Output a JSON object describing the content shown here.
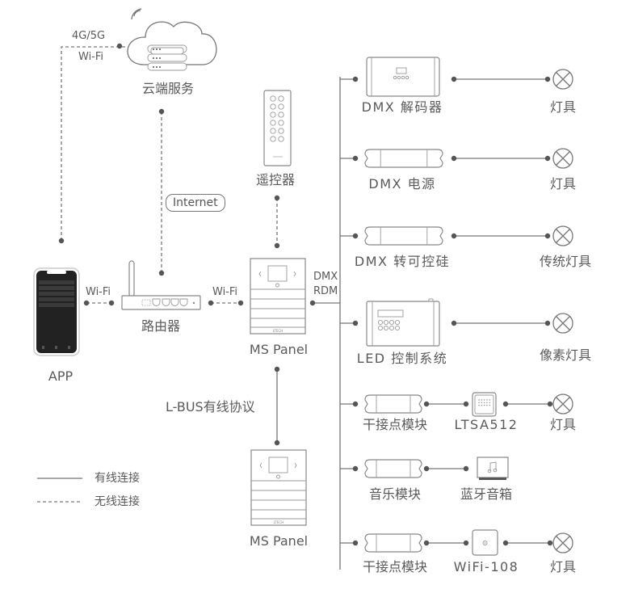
{
  "diagram": {
    "type": "network-topology",
    "colors": {
      "line": "#777777",
      "dot": "#555555",
      "text": "#5a5a5a",
      "phone_screen": "#222222"
    },
    "nodes": {
      "cloud": {
        "label": "云端服务",
        "icon": "cloud-server-icon"
      },
      "remote": {
        "label": "遥控器",
        "icon": "remote-control-icon"
      },
      "app": {
        "label": "APP",
        "icon": "smartphone-icon"
      },
      "router": {
        "label": "路由器",
        "icon": "router-icon"
      },
      "ms_panel_1": {
        "label": "MS Panel",
        "icon": "ms-panel-icon",
        "brand": "LTECH"
      },
      "ms_panel_2": {
        "label": "MS Panel",
        "icon": "ms-panel-icon",
        "brand": "LTECH"
      }
    },
    "links": {
      "app_cloud_1": "4G/5G",
      "app_cloud_2": "Wi-Fi",
      "router_cloud": "Internet",
      "app_router": "Wi-Fi",
      "router_panel": "Wi-Fi",
      "panel_bus_1": "DMX",
      "panel_bus_2": "RDM",
      "lbus": "L-BUS有线协议"
    },
    "branches": [
      {
        "device": "DMX 解码器",
        "device_icon": "dmx-decoder-icon",
        "target": "灯具",
        "target_icon": "lamp-icon"
      },
      {
        "device": "DMX 电源",
        "device_icon": "dmx-power-supply-icon",
        "target": "灯具",
        "target_icon": "lamp-icon"
      },
      {
        "device": "DMX 转可控硅",
        "device_icon": "dmx-triac-icon",
        "target": "传统灯具",
        "target_icon": "lamp-icon"
      },
      {
        "device": "LED 控制系统",
        "device_icon": "led-controller-icon",
        "target": "像素灯具",
        "target_icon": "lamp-icon"
      },
      {
        "device": "干接点模块",
        "device_icon": "dry-contact-module-icon",
        "middle": "LTSA512",
        "middle_icon": "ltsa512-icon",
        "target": "灯具",
        "target_icon": "lamp-icon"
      },
      {
        "device": "音乐模块",
        "device_icon": "music-module-icon",
        "middle": "蓝牙音箱",
        "middle_icon": "bluetooth-speaker-icon"
      },
      {
        "device": "干接点模块",
        "device_icon": "dry-contact-module-icon",
        "middle": "WiFi-108",
        "middle_icon": "wifi-108-icon",
        "target": "灯具",
        "target_icon": "lamp-icon"
      }
    ],
    "legend": [
      {
        "style": "solid",
        "label": "有线连接"
      },
      {
        "style": "dashed",
        "label": "无线连接"
      }
    ]
  }
}
